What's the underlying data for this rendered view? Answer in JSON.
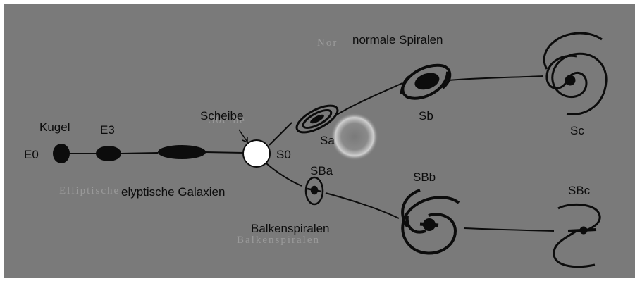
{
  "labels": {
    "e0": "E0",
    "kugel": "Kugel",
    "e3": "E3",
    "scheibe": "Scheibe",
    "s0": "S0",
    "sa": "Sa",
    "sb": "Sb",
    "sc": "Sc",
    "sba": "SBa",
    "sbb": "SBb",
    "sbc": "SBc",
    "normale_spiralen": "normale Spiralen",
    "elyptische_galaxien": "elyptische Galaxien",
    "balkenspiralen": "Balkenspiralen"
  },
  "colors": {
    "background": "#7a7a7a",
    "ink": "#0c0c0c",
    "s0_fill": "#ffffff",
    "glow": "#d8d8d8"
  }
}
